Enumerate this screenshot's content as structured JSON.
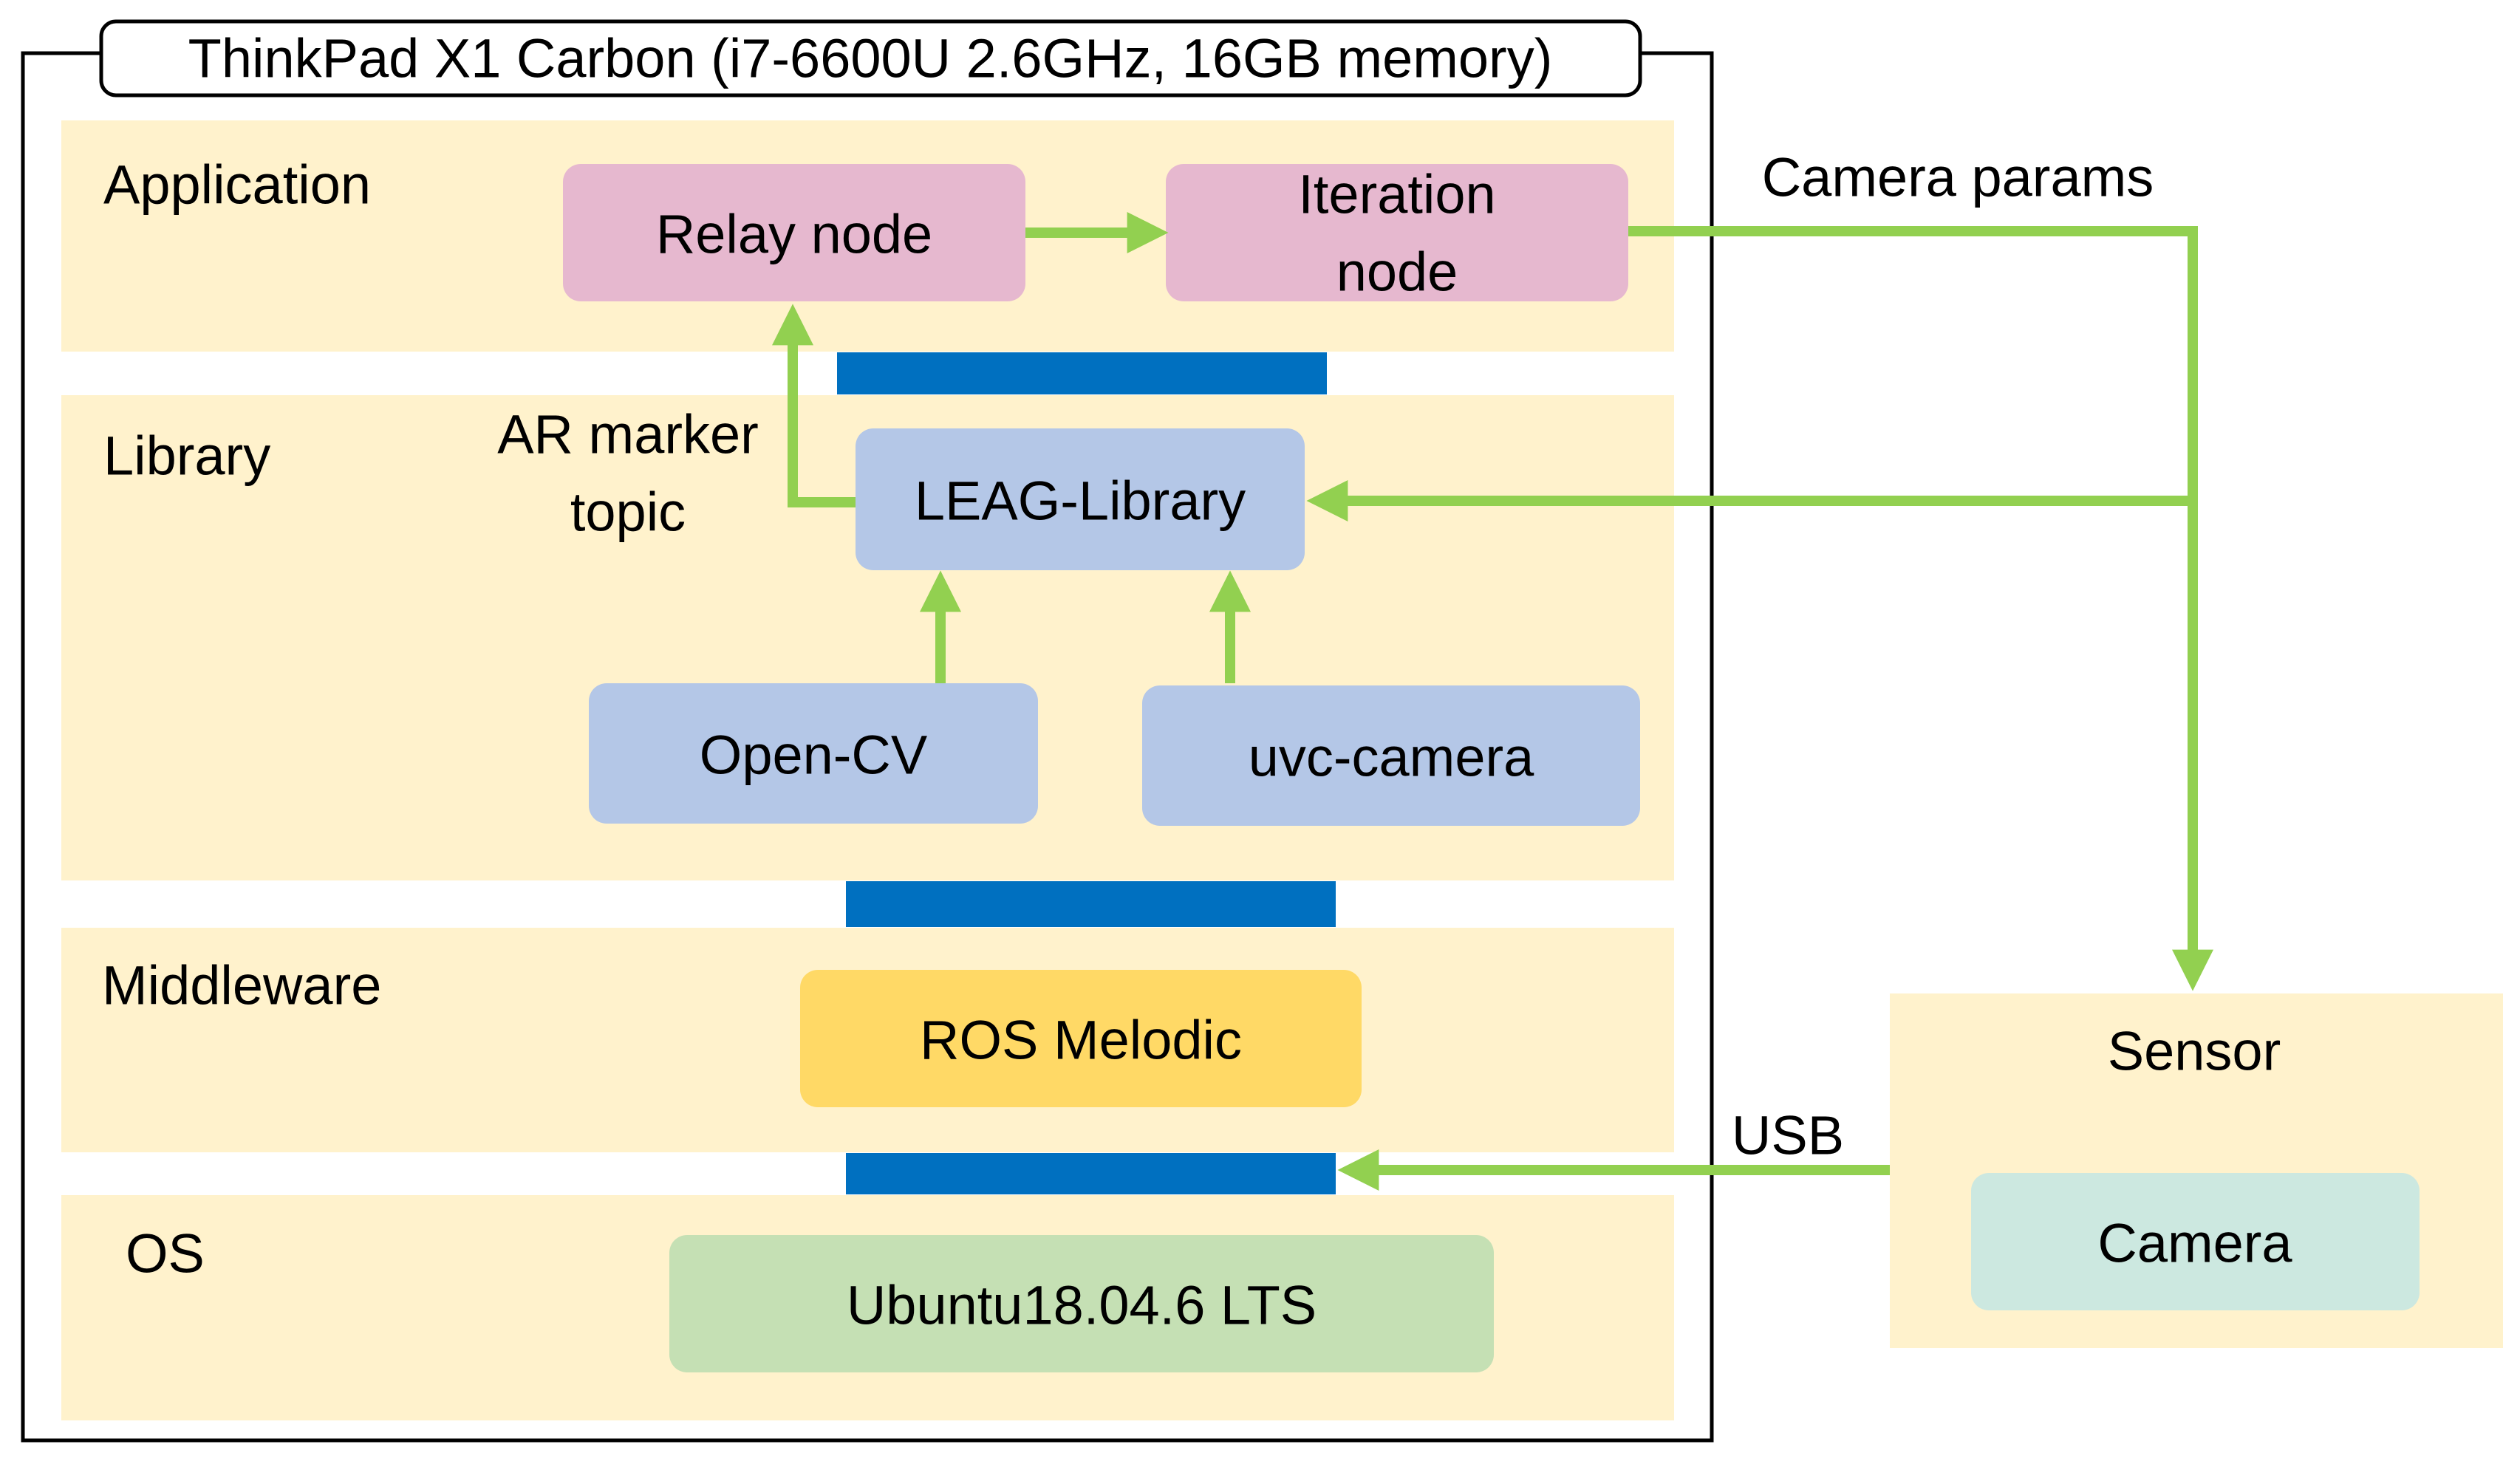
{
  "host": {
    "title": "ThinkPad X1 Carbon (i7-6600U 2.6GHz, 16GB memory)"
  },
  "layers": {
    "application": "Application",
    "library": "Library",
    "middleware": "Middleware",
    "os": "OS"
  },
  "nodes": {
    "relay": "Relay node",
    "iteration_line1": "Iteration",
    "iteration_line2": "node",
    "leag": "LEAG-Library",
    "opencv": "Open-CV",
    "uvc": "uvc-camera",
    "ros": "ROS Melodic",
    "ubuntu": "Ubuntu18.04.6 LTS"
  },
  "sensor": {
    "title": "Sensor",
    "camera": "Camera"
  },
  "edge_labels": {
    "ar_line1": "AR marker",
    "ar_line2": "topic",
    "camera_params": "Camera params",
    "usb": "USB"
  },
  "colors": {
    "layer_bg": "#FFF2CC",
    "app_node": "#E6B8CF",
    "lib_node": "#B4C7E7",
    "ros_node": "#FFD966",
    "os_node": "#C5E0B4",
    "camera_node": "#CCE8E0",
    "separator": "#0070C0",
    "arrow": "#92D050"
  }
}
